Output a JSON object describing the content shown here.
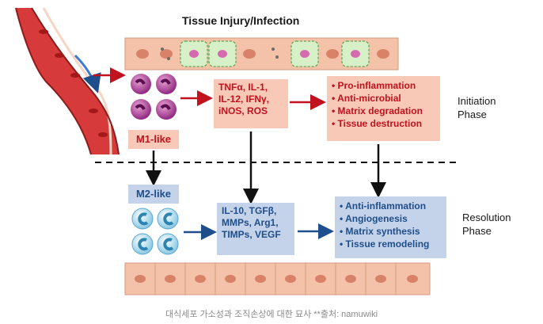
{
  "title": "Tissue Injury/Infection",
  "labels": {
    "m1": "M1-like",
    "m2": "M2-like"
  },
  "cytokines_m1": [
    "TNFα, IL-1,",
    "IL-12, IFNγ,",
    "iNOS, ROS"
  ],
  "effects_initiation": [
    "Pro-inflammation",
    "Anti-microbial",
    "Matrix degradation",
    "Tissue destruction"
  ],
  "cytokines_m2": [
    "IL-10, TGFβ,",
    "MMPs, Arg1,",
    "TIMPs, VEGF"
  ],
  "effects_resolution": [
    "Anti-inflammation",
    "Angiogenesis",
    "Matrix synthesis",
    "Tissue remodeling"
  ],
  "phases": {
    "initiation": [
      "Initiation",
      "Phase"
    ],
    "resolution": [
      "Resolution",
      "Phase"
    ]
  },
  "caption": "대식세포 가소성과 조직손상에 대한 묘사 **출처: namuwiki",
  "colors": {
    "m1_accent": "#c1121f",
    "m2_accent": "#1f4e8c",
    "vessel": "#c62828",
    "tissue": "#f3c2a8"
  }
}
